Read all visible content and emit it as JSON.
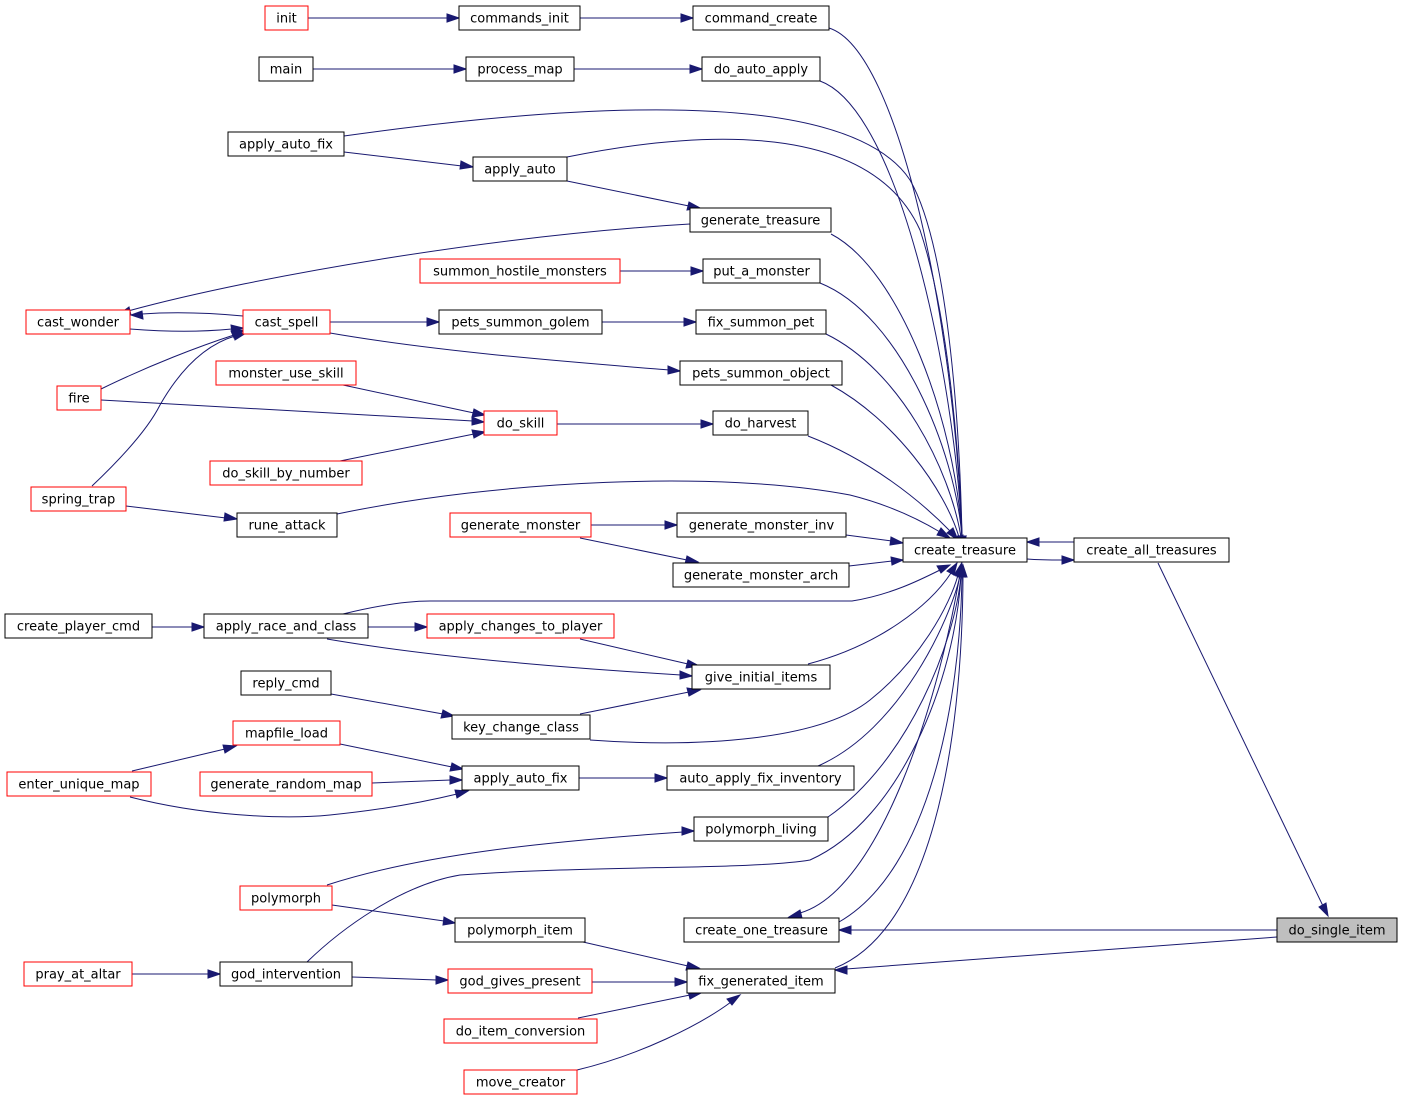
{
  "colors": {
    "edge": "#191970",
    "node_border_default": "#000000",
    "node_border_unlinked": "#ff0000",
    "node_fill_default": "#ffffff",
    "node_fill_highlight": "#bfbfbf"
  },
  "nodes": [
    {
      "id": "init",
      "label": "init",
      "border": "red"
    },
    {
      "id": "commands_init",
      "label": "commands_init",
      "border": "black"
    },
    {
      "id": "command_create",
      "label": "command_create",
      "border": "black"
    },
    {
      "id": "main",
      "label": "main",
      "border": "black"
    },
    {
      "id": "process_map",
      "label": "process_map",
      "border": "black"
    },
    {
      "id": "do_auto_apply",
      "label": "do_auto_apply",
      "border": "black"
    },
    {
      "id": "apply_auto_fix_map",
      "label": "apply_auto_fix",
      "border": "black"
    },
    {
      "id": "apply_auto",
      "label": "apply_auto",
      "border": "black"
    },
    {
      "id": "generate_treasure",
      "label": "generate_treasure",
      "border": "black"
    },
    {
      "id": "summon_hostile_monsters",
      "label": "summon_hostile_monsters",
      "border": "red"
    },
    {
      "id": "put_a_monster",
      "label": "put_a_monster",
      "border": "black"
    },
    {
      "id": "cast_wonder",
      "label": "cast_wonder",
      "border": "red"
    },
    {
      "id": "cast_spell",
      "label": "cast_spell",
      "border": "red"
    },
    {
      "id": "pets_summon_golem",
      "label": "pets_summon_golem",
      "border": "black"
    },
    {
      "id": "fix_summon_pet",
      "label": "fix_summon_pet",
      "border": "black"
    },
    {
      "id": "pets_summon_object",
      "label": "pets_summon_object",
      "border": "black"
    },
    {
      "id": "monster_use_skill",
      "label": "monster_use_skill",
      "border": "red"
    },
    {
      "id": "fire",
      "label": "fire",
      "border": "red"
    },
    {
      "id": "do_skill",
      "label": "do_skill",
      "border": "red"
    },
    {
      "id": "do_harvest",
      "label": "do_harvest",
      "border": "black"
    },
    {
      "id": "do_skill_by_number",
      "label": "do_skill_by_number",
      "border": "red"
    },
    {
      "id": "spring_trap",
      "label": "spring_trap",
      "border": "red"
    },
    {
      "id": "rune_attack",
      "label": "rune_attack",
      "border": "black"
    },
    {
      "id": "generate_monster",
      "label": "generate_monster",
      "border": "red"
    },
    {
      "id": "generate_monster_inv",
      "label": "generate_monster_inv",
      "border": "black"
    },
    {
      "id": "generate_monster_arch",
      "label": "generate_monster_arch",
      "border": "black"
    },
    {
      "id": "create_treasure",
      "label": "create_treasure",
      "border": "black"
    },
    {
      "id": "create_all_treasures",
      "label": "create_all_treasures",
      "border": "black"
    },
    {
      "id": "create_player_cmd",
      "label": "create_player_cmd",
      "border": "black"
    },
    {
      "id": "apply_race_and_class",
      "label": "apply_race_and_class",
      "border": "black"
    },
    {
      "id": "apply_changes_to_player",
      "label": "apply_changes_to_player",
      "border": "red"
    },
    {
      "id": "give_initial_items",
      "label": "give_initial_items",
      "border": "black"
    },
    {
      "id": "reply_cmd",
      "label": "reply_cmd",
      "border": "black"
    },
    {
      "id": "key_change_class",
      "label": "key_change_class",
      "border": "black"
    },
    {
      "id": "mapfile_load",
      "label": "mapfile_load",
      "border": "red"
    },
    {
      "id": "enter_unique_map",
      "label": "enter_unique_map",
      "border": "red"
    },
    {
      "id": "generate_random_map",
      "label": "generate_random_map",
      "border": "red"
    },
    {
      "id": "apply_auto_fix",
      "label": "apply_auto_fix",
      "border": "black"
    },
    {
      "id": "auto_apply_fix_inventory",
      "label": "auto_apply_fix_inventory",
      "border": "black"
    },
    {
      "id": "polymorph_living",
      "label": "polymorph_living",
      "border": "black"
    },
    {
      "id": "polymorph",
      "label": "polymorph",
      "border": "red"
    },
    {
      "id": "polymorph_item",
      "label": "polymorph_item",
      "border": "black"
    },
    {
      "id": "create_one_treasure",
      "label": "create_one_treasure",
      "border": "black"
    },
    {
      "id": "do_single_item",
      "label": "do_single_item",
      "border": "black",
      "highlight": true
    },
    {
      "id": "pray_at_altar",
      "label": "pray_at_altar",
      "border": "red"
    },
    {
      "id": "god_intervention",
      "label": "god_intervention",
      "border": "black"
    },
    {
      "id": "god_gives_present",
      "label": "god_gives_present",
      "border": "red"
    },
    {
      "id": "fix_generated_item",
      "label": "fix_generated_item",
      "border": "black"
    },
    {
      "id": "do_item_conversion",
      "label": "do_item_conversion",
      "border": "red"
    },
    {
      "id": "move_creator",
      "label": "move_creator",
      "border": "red"
    }
  ]
}
